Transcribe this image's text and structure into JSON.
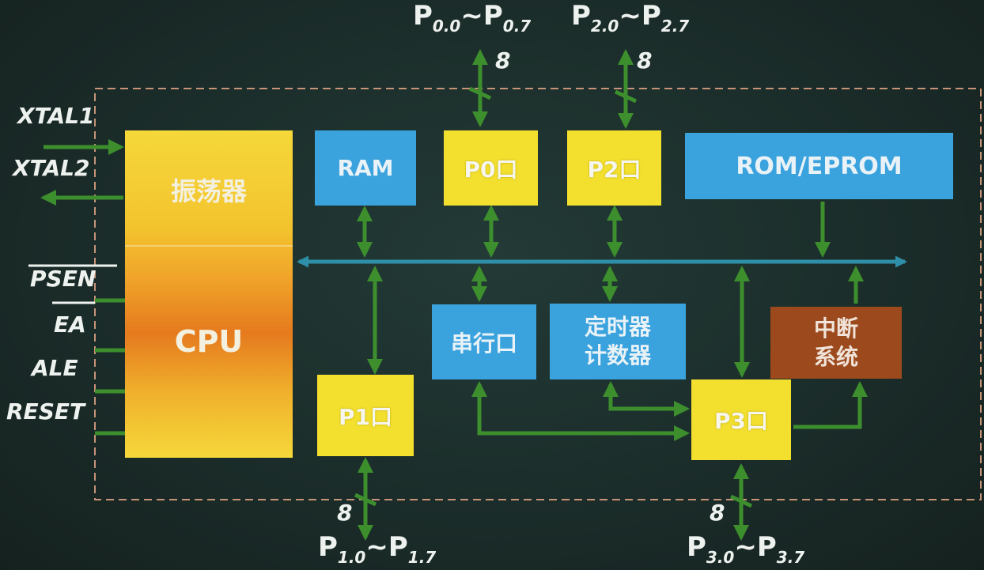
{
  "colors": {
    "background": "#1b2d2a",
    "yellow_block": "#f3df2e",
    "blue_block": "#3aa2dd",
    "interrupt_block": "#9c4a1d",
    "bus": "#2f8ea8",
    "connector": "#3d8f2e",
    "border_dashed": "#c79478"
  },
  "pins": {
    "xtal1": "XTAL1",
    "xtal2": "XTAL2",
    "psen": "PSEN",
    "ea": "EA",
    "ale": "ALE",
    "reset": "RESET"
  },
  "blocks": {
    "oscillator": "振荡器",
    "cpu": "CPU",
    "ram": "RAM",
    "p0": "P0口",
    "p2": "P2口",
    "rom": "ROM/EPROM",
    "serial": "串行口",
    "timer_line1": "定时器",
    "timer_line2": "计数器",
    "interrupt_line1": "中断",
    "interrupt_line2": "系统",
    "p1": "P1口",
    "p3": "P3口"
  },
  "ports": {
    "p0": {
      "letter_a": "P",
      "sub_a": "0.0",
      "tilde": "~",
      "letter_b": "P",
      "sub_b": "0.7",
      "width": "8"
    },
    "p2": {
      "letter_a": "P",
      "sub_a": "2.0",
      "tilde": "~",
      "letter_b": "P",
      "sub_b": "2.7",
      "width": "8"
    },
    "p1": {
      "letter_a": "P",
      "sub_a": "1.0",
      "tilde": "~",
      "letter_b": "P",
      "sub_b": "1.7",
      "width": "8"
    },
    "p3": {
      "letter_a": "P",
      "sub_a": "3.0",
      "tilde": "~",
      "letter_b": "P",
      "sub_b": "3.7",
      "width": "8"
    }
  }
}
